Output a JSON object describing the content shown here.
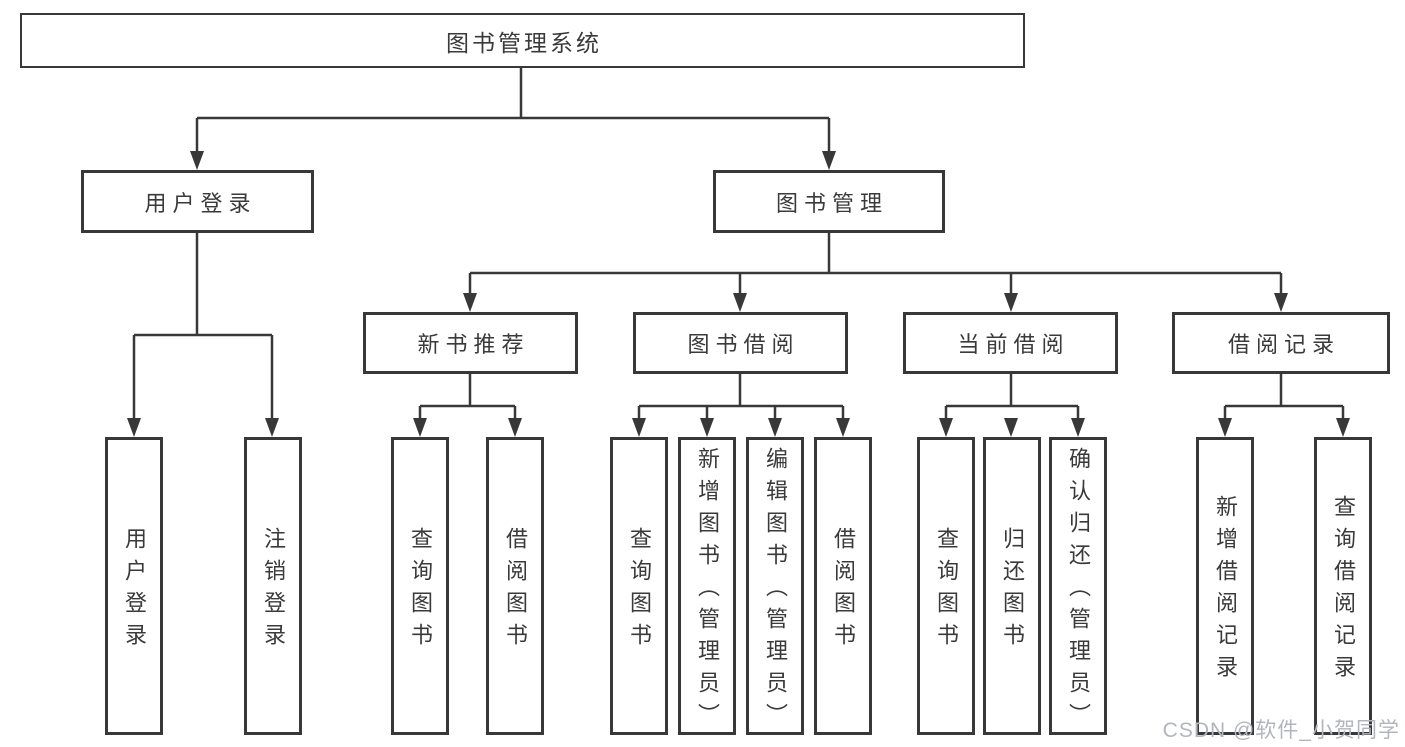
{
  "tree": {
    "root": {
      "label": "图书管理系统"
    },
    "children": [
      {
        "label": "用户登录",
        "children": [
          {
            "label": "用户登录"
          },
          {
            "label": "注销登录"
          }
        ]
      },
      {
        "label": "图书管理",
        "children": [
          {
            "label": "新书推荐",
            "children": [
              {
                "label": "查询图书"
              },
              {
                "label": "借阅图书"
              }
            ]
          },
          {
            "label": "图书借阅",
            "children": [
              {
                "label": "查询图书"
              },
              {
                "label": "新增图书（管理员）"
              },
              {
                "label": "编辑图书（管理员）"
              },
              {
                "label": "借阅图书"
              }
            ]
          },
          {
            "label": "当前借阅",
            "children": [
              {
                "label": "查询图书"
              },
              {
                "label": "归还图书"
              },
              {
                "label": "确认归还（管理员）"
              }
            ]
          },
          {
            "label": "借阅记录",
            "children": [
              {
                "label": "新增借阅记录"
              },
              {
                "label": "查询借阅记录"
              }
            ]
          }
        ]
      }
    ]
  },
  "watermark": {
    "text": "CSDN @软件_小贺同学"
  },
  "colors": {
    "line": "#383838",
    "box_border": "#383838",
    "text": "#3a3a3a",
    "watermark": "#b2b5bc",
    "background": "#ffffff"
  }
}
